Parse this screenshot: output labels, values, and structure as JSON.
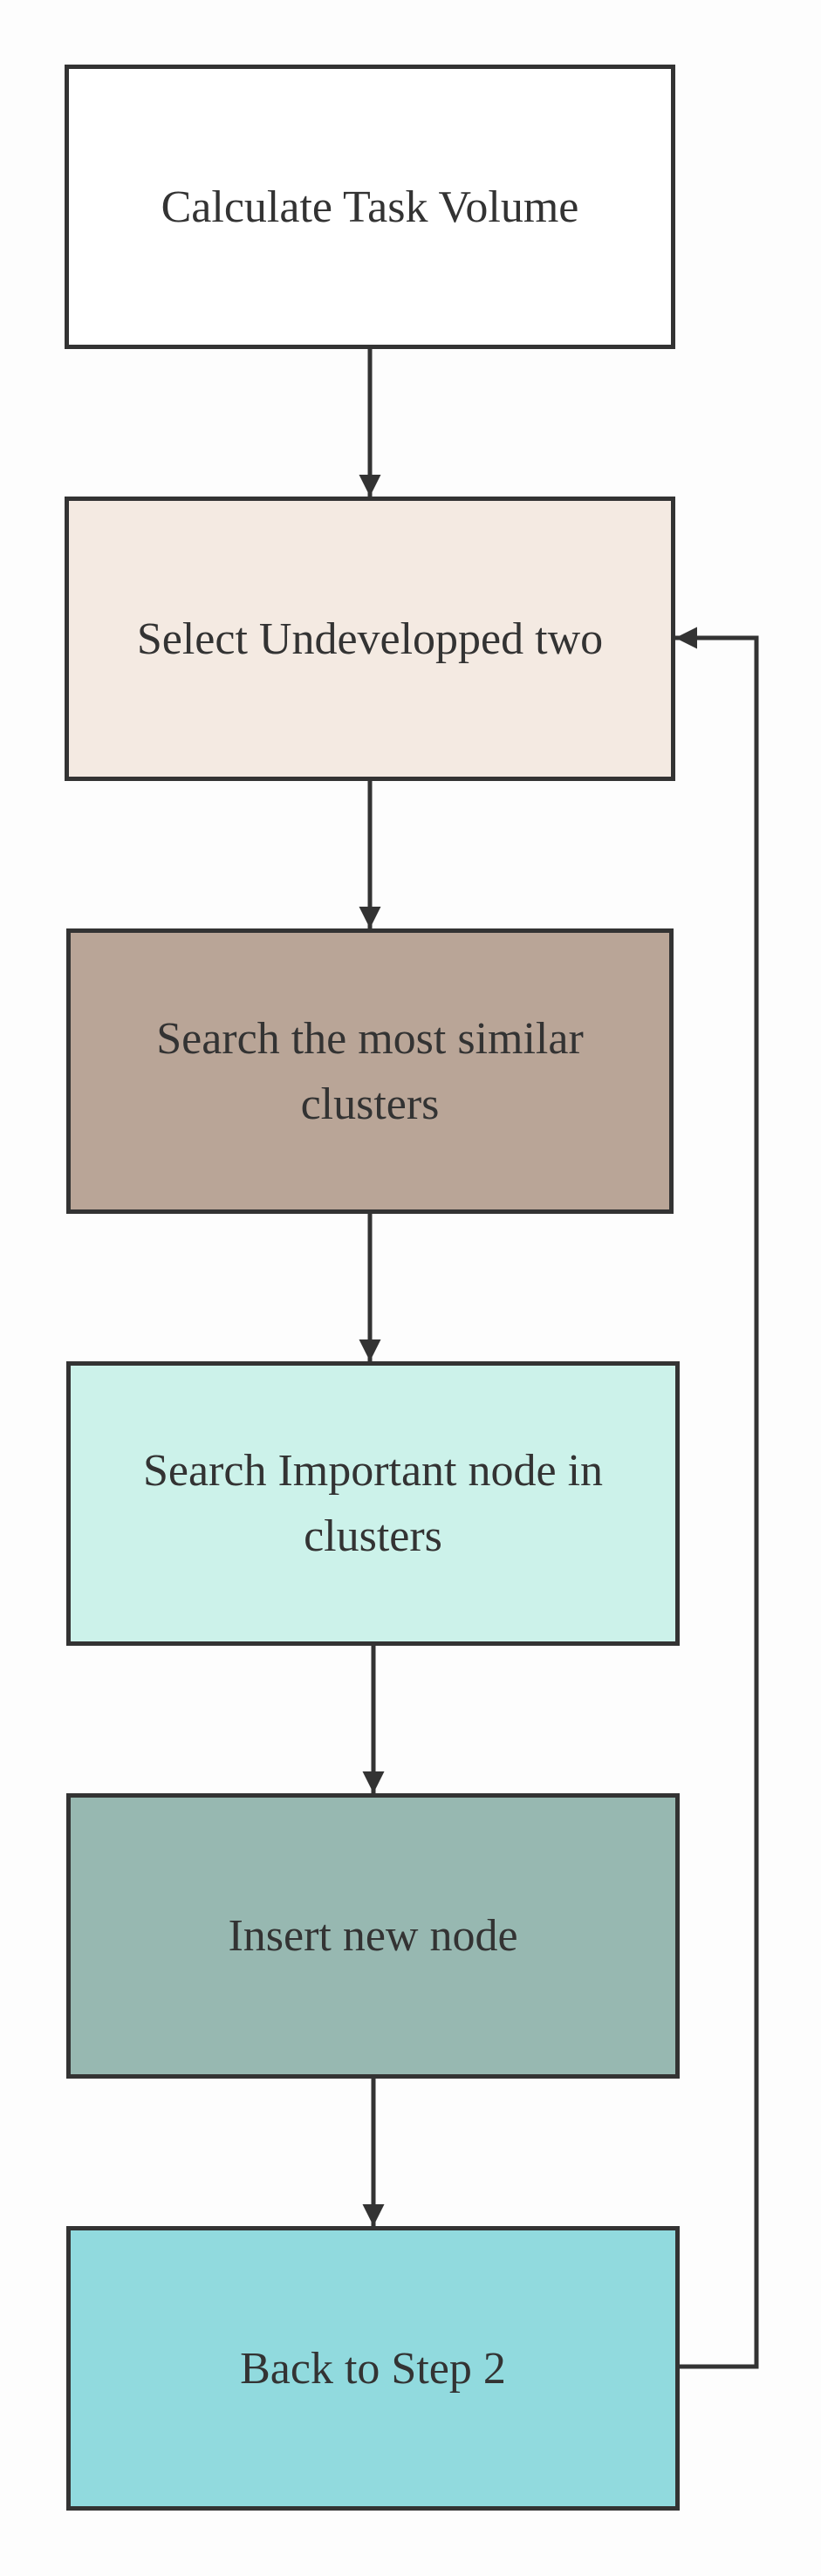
{
  "diagram": {
    "steps": [
      {
        "label": "Calculate Task Volume",
        "fill": "#ffffff"
      },
      {
        "label": "Select Undevelopped two",
        "fill": "#f4eae2"
      },
      {
        "label": "Search the most similar clusters",
        "fill": "#b9a597"
      },
      {
        "label": "Search Important node in clusters",
        "fill": "#ccf2ea"
      },
      {
        "label": "Insert new node",
        "fill": "#97b8b1"
      },
      {
        "label": "Back to Step 2",
        "fill": "#91dade"
      }
    ],
    "edge_color": "#333333"
  }
}
